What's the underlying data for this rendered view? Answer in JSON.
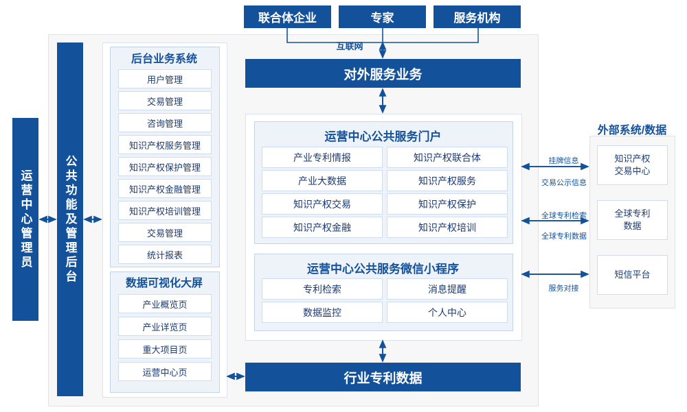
{
  "top_nodes": [
    {
      "label": "联合体企业"
    },
    {
      "label": "专家"
    },
    {
      "label": "服务机构"
    }
  ],
  "internet_label": "互联网",
  "external_service_title": "对外服务业务",
  "left_admin": {
    "label": "运营中心管理员"
  },
  "common_backend": {
    "label": "公共功能及管理后台"
  },
  "backend_system": {
    "title": "后台业务系统",
    "items": [
      "用户管理",
      "交易管理",
      "咨询管理",
      "知识产权服务管理",
      "知识产权保护管理",
      "知识产权金融管理",
      "知识产权培训管理",
      "交易管理",
      "统计报表"
    ]
  },
  "data_visual": {
    "title": "数据可视化大屏",
    "items": [
      "产业概览页",
      "产业详览页",
      "重大项目页",
      "运营中心页"
    ]
  },
  "portal": {
    "title": "运营中心公共服务门户",
    "items": [
      "产业专利情报",
      "知识产权联合体",
      "产业大数据",
      "知识产权服务",
      "知识产权交易",
      "知识产权保护",
      "知识产权金融",
      "知识产权培训"
    ]
  },
  "miniprogram": {
    "title": "运营中心公共服务微信小程序",
    "items": [
      "专利检索",
      "消息提醒",
      "数据监控",
      "个人中心"
    ]
  },
  "industry_data": {
    "label": "行业专利数据"
  },
  "external": {
    "title": "外部系统/数据",
    "nodes": [
      {
        "label": "知识产权\n交易中心"
      },
      {
        "label": "全球专利\n数据"
      },
      {
        "label": "短信平台"
      }
    ],
    "link_labels": [
      "挂牌信息",
      "交易公示信息",
      "全球专利检索",
      "全球专利数据",
      "服务对接"
    ]
  },
  "colors": {
    "navy": "#14519b",
    "panel": "#f7f7f7",
    "light": "#f4f7fc",
    "border": "#c8d7ec"
  }
}
